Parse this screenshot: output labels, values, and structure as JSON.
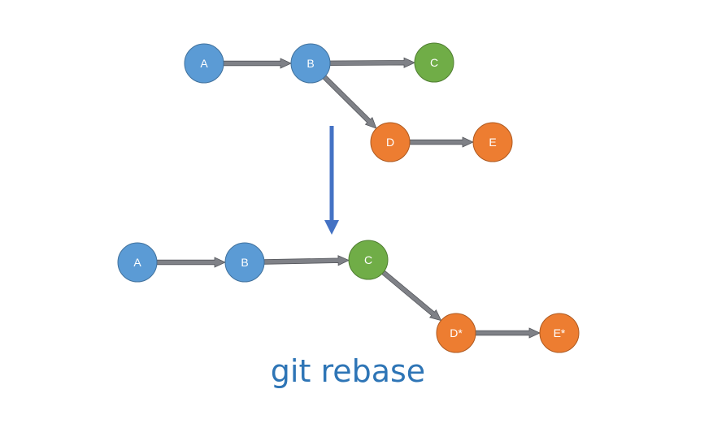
{
  "colors": {
    "blue": "#5b9bd5",
    "blue_border": "#41719c",
    "green": "#70ad47",
    "green_border": "#507e32",
    "orange": "#ed7d31",
    "orange_border": "#ae5a21",
    "edge": "#7f8187",
    "edge_border": "#55575c",
    "transition_arrow": "#4472c4",
    "caption": "#2e75b6"
  },
  "before": {
    "nodes": [
      {
        "id": "A",
        "label": "A",
        "color": "blue"
      },
      {
        "id": "B",
        "label": "B",
        "color": "blue"
      },
      {
        "id": "C",
        "label": "C",
        "color": "green"
      },
      {
        "id": "D",
        "label": "D",
        "color": "orange"
      },
      {
        "id": "E",
        "label": "E",
        "color": "orange"
      }
    ],
    "edges": [
      [
        "A",
        "B"
      ],
      [
        "B",
        "C"
      ],
      [
        "B",
        "D"
      ],
      [
        "D",
        "E"
      ]
    ]
  },
  "after": {
    "nodes": [
      {
        "id": "A",
        "label": "A",
        "color": "blue"
      },
      {
        "id": "B",
        "label": "B",
        "color": "blue"
      },
      {
        "id": "C",
        "label": "C",
        "color": "green"
      },
      {
        "id": "D*",
        "label": "D*",
        "color": "orange"
      },
      {
        "id": "E*",
        "label": "E*",
        "color": "orange"
      }
    ],
    "edges": [
      [
        "A",
        "B"
      ],
      [
        "B",
        "C"
      ],
      [
        "C",
        "D*"
      ],
      [
        "D*",
        "E*"
      ]
    ]
  },
  "caption": "git rebase"
}
